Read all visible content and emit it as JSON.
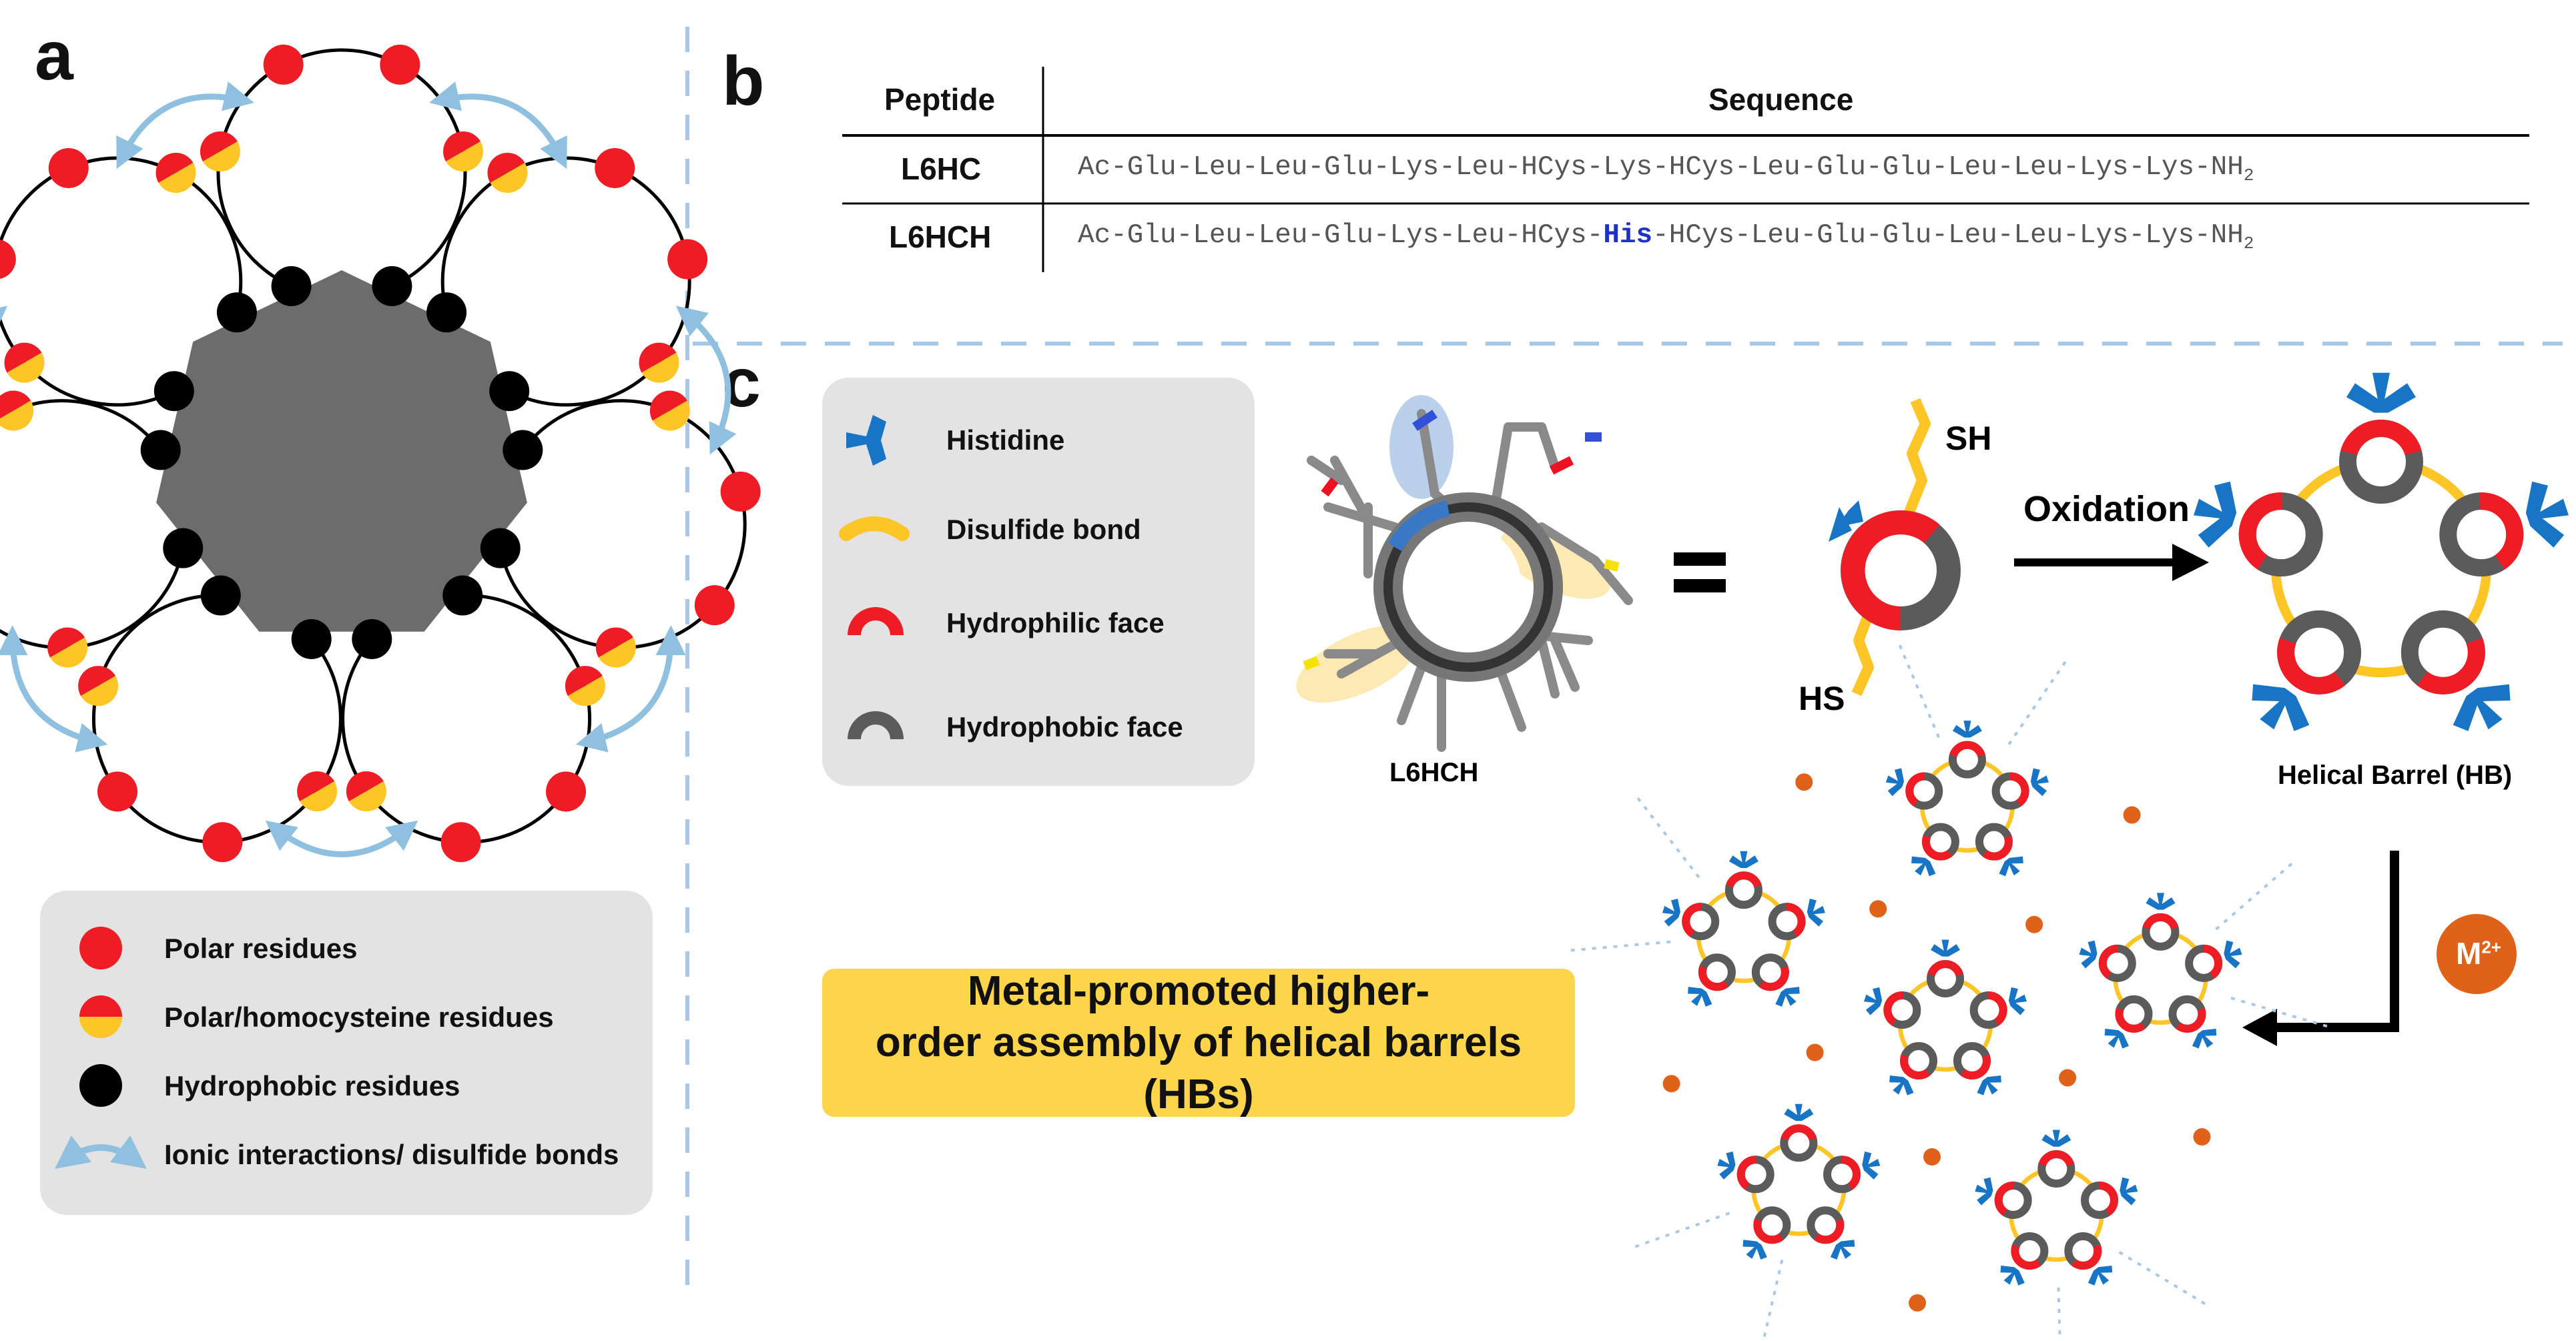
{
  "panels": {
    "a": "a",
    "b": "b",
    "c": "c"
  },
  "panel_a": {
    "legend": [
      {
        "label": "Polar residues",
        "icon": "polar-residue-icon"
      },
      {
        "label": "Polar/homocysteine residues",
        "icon": "polar-homocysteine-icon"
      },
      {
        "label": "Hydrophobic residues",
        "icon": "hydrophobic-residue-icon"
      },
      {
        "label": "Ionic interactions/ disulfide bonds",
        "icon": "double-arrow-icon"
      }
    ]
  },
  "panel_b": {
    "headers": {
      "peptide": "Peptide",
      "sequence": "Sequence"
    },
    "rows": [
      {
        "peptide": "L6HC",
        "seq_pre": "Ac-Glu-Leu-Leu-Glu-Lys-Leu-HCys-",
        "seq_mid": "Lys",
        "seq_post": "-HCys-Leu-Glu-Glu-Leu-Leu-Lys-Lys-NH",
        "seq_sub": "2"
      },
      {
        "peptide": "L6HCH",
        "seq_pre": "Ac-Glu-Leu-Leu-Glu-Lys-Leu-HCys-",
        "seq_mid": "His",
        "seq_post": "-HCys-Leu-Glu-Glu-Leu-Leu-Lys-Lys-NH",
        "seq_sub": "2"
      }
    ]
  },
  "panel_c": {
    "legend": [
      {
        "label": "Histidine",
        "icon": "histidine-icon"
      },
      {
        "label": "Disulfide bond",
        "icon": "disulfide-bond-icon"
      },
      {
        "label": "Hydrophilic face",
        "icon": "hydrophilic-face-icon"
      },
      {
        "label": "Hydrophobic face",
        "icon": "hydrophobic-face-icon"
      }
    ],
    "structure_label": "L6HCH",
    "equals": "=",
    "thiol_top": "SH",
    "thiol_bottom": "HS",
    "oxidation_label": "Oxidation",
    "barrel_label": "Helical Barrel (HB)",
    "metal_main": "M",
    "metal_sup": "2+",
    "callout_line1": "Metal-promoted higher-",
    "callout_line2": "order assembly of helical barrels (HBs)"
  },
  "colors": {
    "red": "#ee1c24",
    "yellow": "#fdc526",
    "black": "#000000",
    "gray_core": "#6c6c6c",
    "arrow_blue": "#8fc0e0",
    "histidine_blue": "#1874c4",
    "hydrophobic_gray": "#5b5b5b",
    "metal_orange": "#e0621a",
    "divider": "#a9c8e6"
  }
}
